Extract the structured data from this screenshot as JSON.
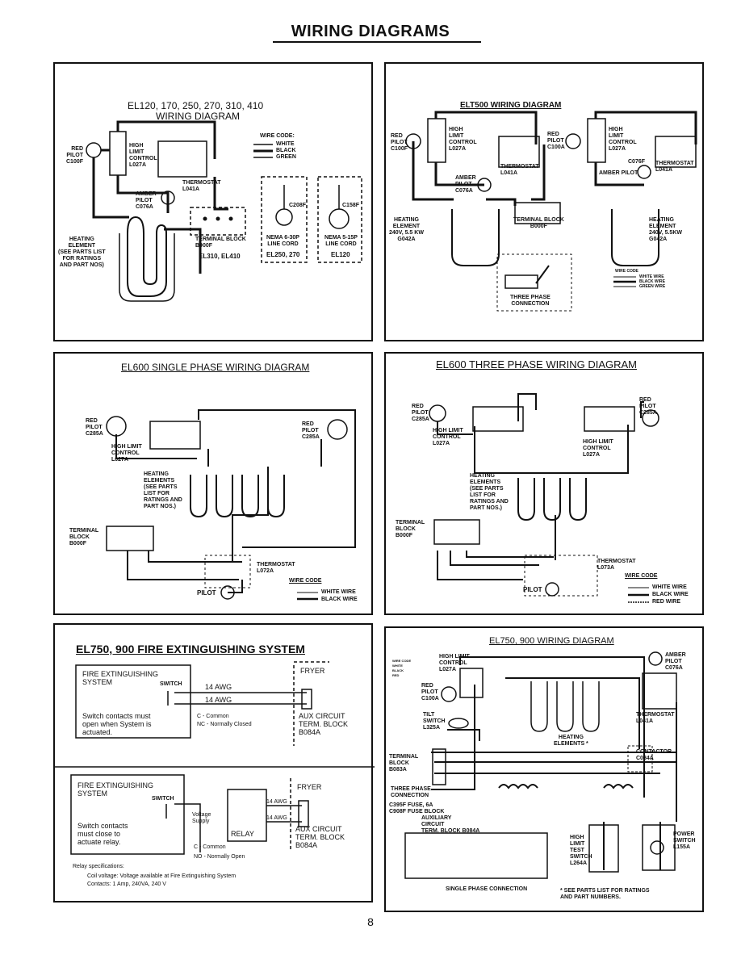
{
  "page": {
    "title": "WIRING DIAGRAMS",
    "page_number": "8"
  },
  "panel1": {
    "title_line1": "EL120, 170, 250, 270, 310, 410",
    "title_line2": "WIRING DIAGRAM",
    "red_pilot": "RED\nPILOT\nC100F",
    "high_limit": "HIGH\nLIMIT\nCONTROL\nL027A",
    "thermostat": "THERMOSTAT\nL041A",
    "amber_pilot": "AMBER\nPILOT\nC076A",
    "heating_element": "HEATING\nELEMENT\n(SEE PARTS LIST\nFOR RATINGS\nAND PART NOS)",
    "terminal_block": "TERMINAL BLOCK\nB000F",
    "terminal_models": "EL310, EL410",
    "wire_code": "WIRE CODE:",
    "wire_white": "WHITE",
    "wire_black": "BLACK",
    "wire_green": "GREEN",
    "cord1_part": "C208F",
    "cord1_label": "NEMA 6-30P\nLINE CORD",
    "cord1_models": "EL250, 270",
    "cord2_part": "C158F",
    "cord2_label": "NEMA 5-15P\nLINE CORD",
    "cord2_models": "EL120"
  },
  "panel2": {
    "title": "ELT500 WIRING DIAGRAM",
    "red_pilot_left": "RED\nPILOT\nC100F",
    "high_limit_left": "HIGH\nLIMIT\nCONTROL\nL027A",
    "thermostat_left": "THERMOSTAT\nL041A",
    "amber_pilot_left": "AMBER\nPILOT\nC076A",
    "red_pilot_right": "RED\nPILOT\nC100A",
    "high_limit_right": "HIGH\nLIMIT\nCONTROL\nL027A",
    "amber_right_part": "C076F",
    "amber_right": "AMBER PILOT",
    "thermostat_right": "THERMOSTAT\nL041A",
    "heating_left": "HEATING\nELEMENT\n240V, 5.5 KW\nG042A",
    "heating_right": "HEATING\nELEMENT\n240V, 5.5KW\nG042A",
    "terminal_block": "TERMINAL BLOCK\nB000F",
    "three_phase": "THREE PHASE\nCONNECTION",
    "wire_code": "WIRE CODE",
    "wire_white": "WHITE WIRE",
    "wire_black": "BLACK WIRE",
    "wire_green": "GREEN WIRE"
  },
  "panel3": {
    "title": "EL600 SINGLE PHASE WIRING DIAGRAM",
    "red_pilot_left": "RED\nPILOT\nC285A",
    "red_pilot_right": "RED\nPILOT\nC285A",
    "high_limit": "HIGH LIMIT\nCONTROL\nL027A",
    "heating": "HEATING\nELEMENTS\n(SEE PARTS\nLIST FOR\nRATINGS AND\nPART NOS.)",
    "terminal_block": "TERMINAL\nBLOCK\nB000F",
    "thermostat": "THERMOSTAT\nL072A",
    "pilot": "PILOT",
    "wire_code": "WIRE CODE",
    "wire_white": "WHITE WIRE",
    "wire_black": "BLACK WIRE"
  },
  "panel4": {
    "title": "EL600 THREE PHASE WIRING DIAGRAM",
    "red_pilot_left": "RED\nPILOT\nC285A",
    "red_pilot_right": "RED\nPILOT\nC285A",
    "high_limit_left": "HIGH LIMIT\nCONTROL\nL027A",
    "high_limit_right": "HIGH LIMIT\nCONTROL\nL027A",
    "heating": "HEATING\nELEMENTS\n(SEE PARTS\nLIST FOR\nRATINGS AND\nPART NOS.)",
    "terminal_block": "TERMINAL\nBLOCK\nB000F",
    "thermostat": "THERMOSTAT\nL073A",
    "pilot": "PILOT",
    "wire_code": "WIRE CODE",
    "wire_white": "WHITE WIRE",
    "wire_black": "BLACK WIRE",
    "wire_red": "RED WIRE"
  },
  "panel5": {
    "title": "EL750, 900 FIRE EXTINGUISHING SYSTEM",
    "box1_title": "FIRE EXTINGUISHING\nSYSTEM",
    "box1_switch": "SWITCH",
    "box1_note": "Switch contacts must\nopen when System is\nactuated.",
    "awg1": "14 AWG",
    "awg2": "14 AWG",
    "legend_c": "C - Common",
    "legend_nc": "NC - Normally Closed",
    "fryer1": "FRYER",
    "aux1": "AUX CIRCUIT\nTERM. BLOCK\nB084A",
    "box2_title": "FIRE EXTINGUISHING\nSYSTEM",
    "box2_switch": "SWITCH",
    "box2_note": "Switch contacts\nmust close to\nactuate relay.",
    "voltage_supply": "Voltage\nSupply",
    "relay": "RELAY",
    "awg3": "14 AWG",
    "awg4": "14 AWG",
    "legend2_c": "C - Common",
    "legend2_no": "NO - Normally Open",
    "fryer2": "FRYER",
    "aux2": "AUX CIRCUIT\nTERM. BLOCK\nB084A",
    "relay_specs_title": "Relay specifications:",
    "relay_specs_1": "Coil voltage:  Voltage available at Fire Extinguishing System",
    "relay_specs_2": "Contacts:  1 Amp, 240VA,  240 V"
  },
  "panel6": {
    "title": "EL750, 900 WIRING DIAGRAM",
    "wire_code": "WIRE CODE\nWHITE\nBLACK\nRED",
    "high_limit": "HIGH LIMIT\nCONTROL\nL027A",
    "red_pilot": "RED\nPILOT\nC100A",
    "amber_pilot": "AMBER\nPILOT\nC076A",
    "thermostat": "THERMOSTAT\nL041A",
    "tilt_switch": "TILT\nSWITCH\nL325A",
    "heating": "HEATING\nELEMENTS *",
    "terminal_block": "TERMINAL\nBLOCK\nB083A",
    "contactor": "CONTACTOR\nC034A",
    "three_phase": "THREE PHASE\nCONNECTION",
    "fuse": "C395F FUSE, 6A\nC908F FUSE BLOCK",
    "aux": "AUXILIARY\nCIRCUIT\nTERM. BLOCK B084A",
    "test_switch": "HIGH\nLIMIT\nTEST\nSWITCH\nL264A",
    "power_switch": "POWER\nSWITCH\nL155A",
    "single_phase": "SINGLE PHASE CONNECTION",
    "footnote": "* SEE PARTS LIST FOR RATINGS\nAND PART NUMBERS."
  }
}
